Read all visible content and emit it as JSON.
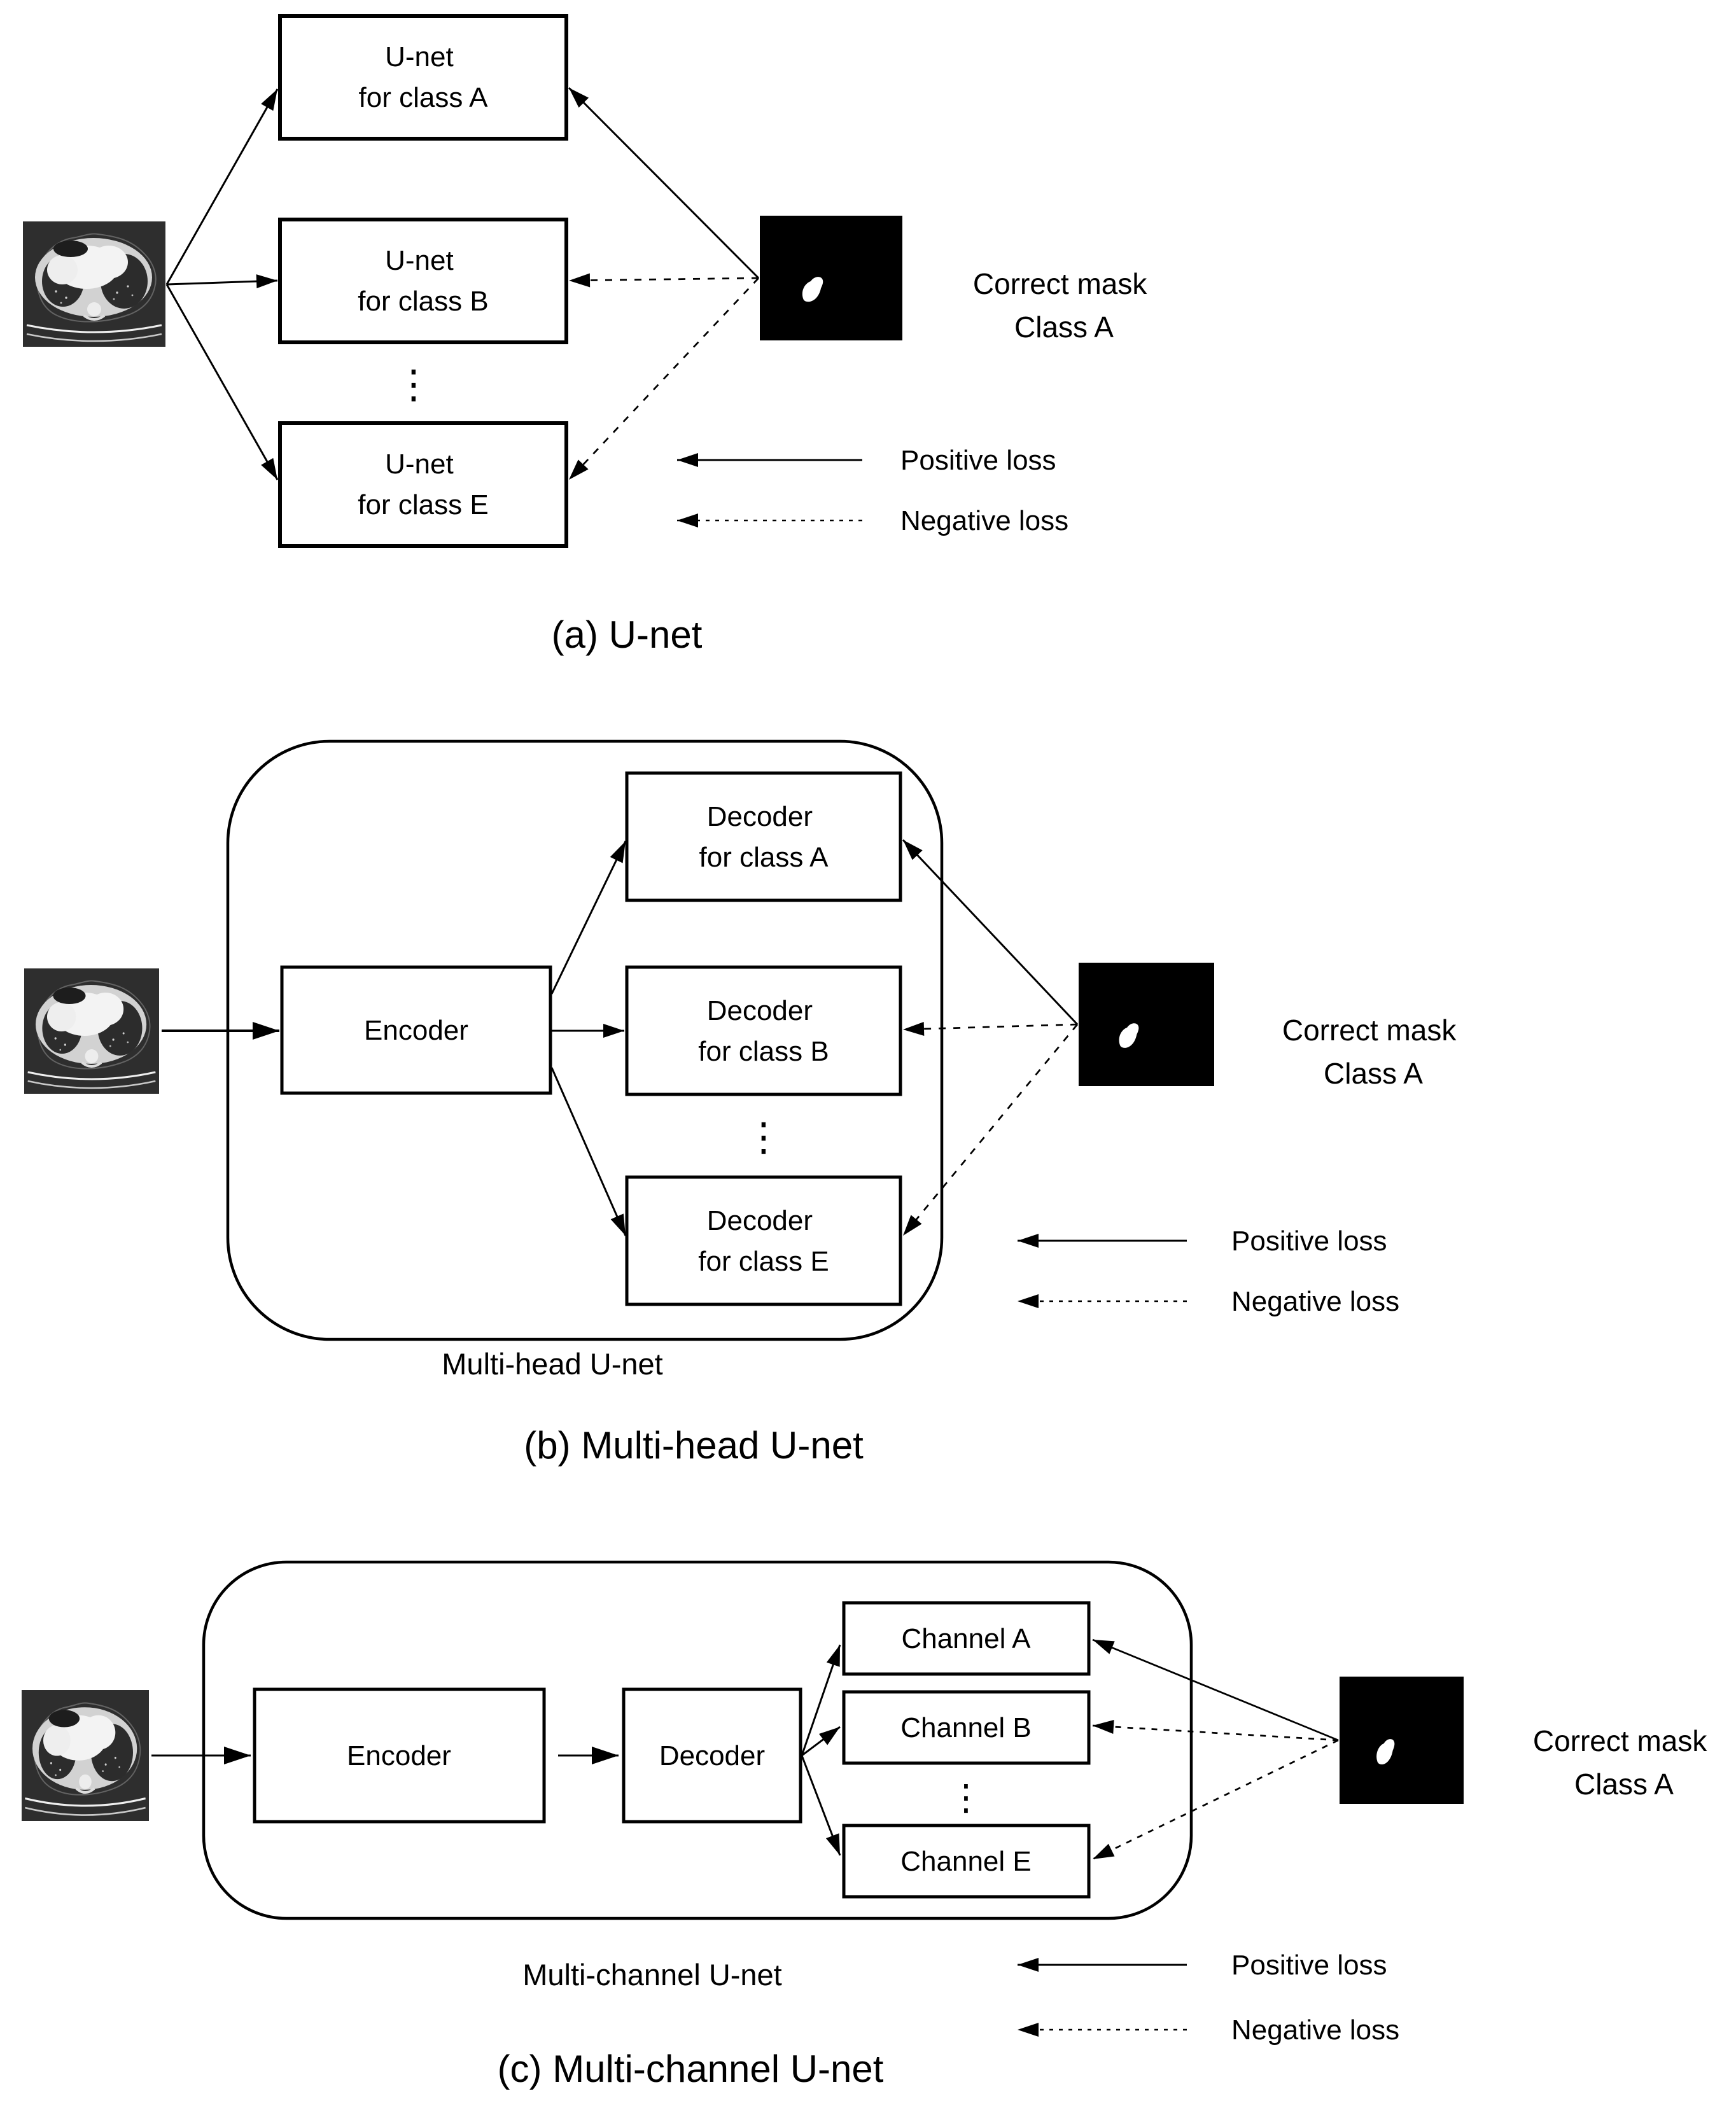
{
  "figure": {
    "section_a": {
      "caption": "(a) U-net",
      "unet_a_line1": "U-net",
      "unet_a_line2": "for class A",
      "unet_b_line1": "U-net",
      "unet_b_line2": "for class B",
      "unet_e_line1": "U-net",
      "unet_e_line2": "for class E",
      "ellipsis": "⋮",
      "mask_label_line1": "Correct mask",
      "mask_label_line2": "Class A",
      "legend_positive": "Positive loss",
      "legend_negative": "Negative loss"
    },
    "section_b": {
      "caption": "(b) Multi-head U-net",
      "container_label": "Multi-head U-net",
      "encoder_label": "Encoder",
      "decoder_a_line1": "Decoder",
      "decoder_a_line2": "for class A",
      "decoder_b_line1": "Decoder",
      "decoder_b_line2": "for class B",
      "decoder_e_line1": "Decoder",
      "decoder_e_line2": "for class E",
      "ellipsis": "⋮",
      "mask_label_line1": "Correct mask",
      "mask_label_line2": "Class A",
      "legend_positive": "Positive loss",
      "legend_negative": "Negative loss"
    },
    "section_c": {
      "caption": "(c) Multi-channel U-net",
      "container_label": "Multi-channel U-net",
      "encoder_label": "Encoder",
      "decoder_label": "Decoder",
      "channel_a_label": "Channel A",
      "channel_b_label": "Channel B",
      "channel_e_label": "Channel E",
      "ellipsis": "⋮",
      "mask_label_line1": "Correct mask",
      "mask_label_line2": "Class A",
      "legend_positive": "Positive loss",
      "legend_negative": "Negative loss"
    },
    "colors": {
      "background": "#ffffff",
      "line": "#000000",
      "text": "#000000",
      "mask_background": "#000000",
      "mask_blob": "#ffffff",
      "ct_background": "#2e2e2e"
    }
  }
}
